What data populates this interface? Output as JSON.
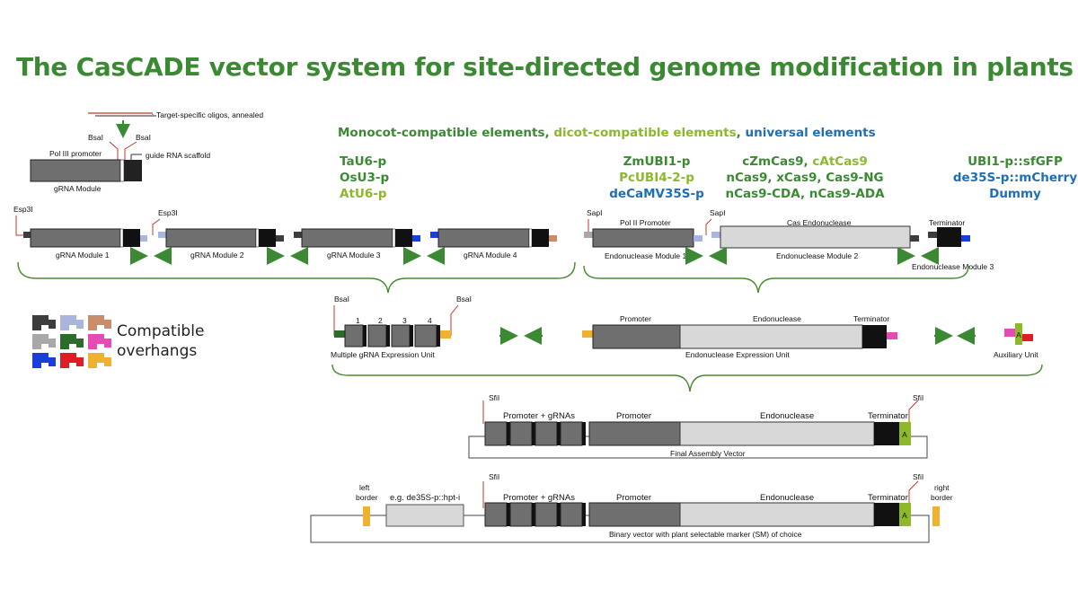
{
  "title": "The CasCADE vector system for site-directed genome modification in plants",
  "legend": {
    "monocot": "Monocot-compatible elements",
    "sep1": ", ",
    "dicot": "dicot-compatible elements",
    "sep2": ", ",
    "universal": "universal elements"
  },
  "colors": {
    "title": "#3b8a33",
    "monocot": "#3b8a33",
    "dicot": "#8cb82a",
    "universal": "#1f6fb5",
    "arrow": "#3b8a33",
    "enzyme_site": "#c0392b"
  },
  "top_module": {
    "oligo_label": "Target-specific oligos, annealed",
    "site_left": "BsaI",
    "site_right": "BsaI",
    "promoter": "Pol III promoter",
    "scaffold": "guide RNA scaffold",
    "module": "gRNA Module"
  },
  "grna_elements": [
    {
      "text": "TaU6-p",
      "type": "monocot"
    },
    {
      "text": "OsU3-p",
      "type": "monocot"
    },
    {
      "text": "AtU6-p",
      "type": "dicot"
    }
  ],
  "promoter_elements": [
    {
      "text": "ZmUBI1-p",
      "type": "monocot"
    },
    {
      "text": "PcUBI4-2-p",
      "type": "dicot"
    },
    {
      "text": "deCaMV35S-p",
      "type": "universal"
    }
  ],
  "cas_elements": {
    "line1_a": "cZmCas9",
    "line1_sep": ", ",
    "line1_b": "cAtCas9",
    "line2": "nCas9, xCas9, Cas9-NG",
    "line3": "nCas9-CDA, nCas9-ADA"
  },
  "aux_elements": [
    {
      "text": "UBI1-p::sfGFP",
      "type": "monocot"
    },
    {
      "text": "de35S-p::mCherry",
      "type": "universal"
    },
    {
      "text": "Dummy",
      "type": "universal"
    }
  ],
  "row2": {
    "site_left": "Esp3I",
    "site_right": "Esp3I",
    "modules": [
      "gRNA Module 1",
      "gRNA Module 2",
      "gRNA Module 3",
      "gRNA Module 4"
    ],
    "sapi_left": "SapI",
    "sapi_right": "SapI",
    "pol2": "Pol II Promoter",
    "cas": "Cas Endonuclease",
    "terminator": "Terminator",
    "endo_modules": [
      "Endonuclease Module 1",
      "Endonuclease Module 2",
      "Endonuclease Module 3"
    ]
  },
  "compatible_overhangs": {
    "line1": "Compatible",
    "line2": "overhangs",
    "swatches": [
      "#3d3d3d",
      "#a9b5dc",
      "#c98d6e",
      "#a8a8a8",
      "#2d6b2a",
      "#e64ab4",
      "#1a3fd8",
      "#e01d24",
      "#f0b030"
    ]
  },
  "row3": {
    "bsai_left": "BsaI",
    "bsai_right": "BsaI",
    "numbers": [
      "1",
      "2",
      "3",
      "4"
    ],
    "multi_label": "Multiple gRNA Expression Unit",
    "promoter": "Promoter",
    "endonuclease": "Endonuclease",
    "terminator": "Terminator",
    "endo_unit_label": "Endonuclease Expression Unit",
    "aux_label": "Auxiliary Unit"
  },
  "final_vector": {
    "sfi_left": "SfiI",
    "sfi_right": "SfiI",
    "pg": "Promoter + gRNAs",
    "promoter": "Promoter",
    "endonuclease": "Endonuclease",
    "terminator": "Terminator",
    "letter": "A",
    "label": "Final Assembly Vector"
  },
  "binary_vector": {
    "left_border_1": "left",
    "left_border_2": "border",
    "marker": "e.g. de35S-p::hpt-i",
    "sfi_left": "SfiI",
    "sfi_right": "SfiI",
    "pg": "Promoter + gRNAs",
    "promoter": "Promoter",
    "endonuclease": "Endonuclease",
    "terminator": "Terminator",
    "right_border_1": "right",
    "right_border_2": "border",
    "letter": "A",
    "label": "Binary vector with plant selectable marker (SM) of choice"
  }
}
